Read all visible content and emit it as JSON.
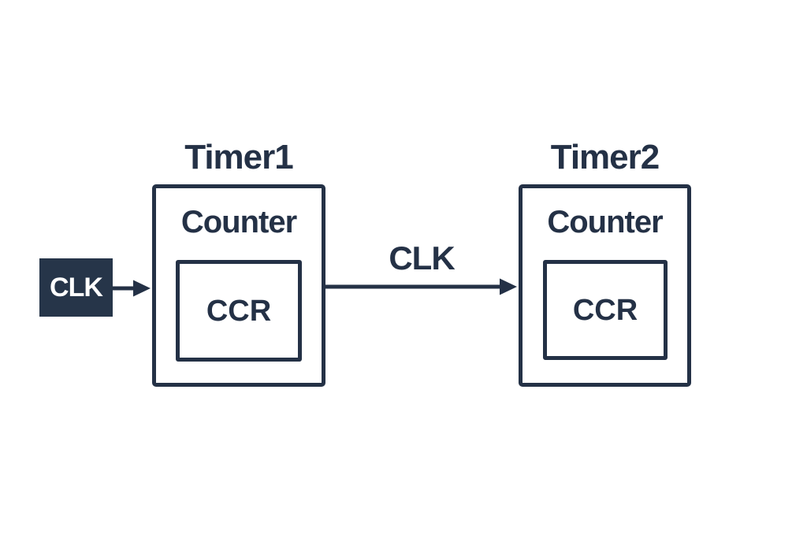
{
  "diagram": {
    "type": "block-diagram",
    "description_visible_text_only": "Two timer blocks cascaded by a clock signal",
    "clk_source": {
      "label": "CLK"
    },
    "clock_signal": {
      "label": "CLK"
    },
    "timer1": {
      "title": "Timer1",
      "counter_label": "Counter",
      "ccr_label": "CCR"
    },
    "timer2": {
      "title": "Timer2",
      "counter_label": "Counter",
      "ccr_label": "CCR"
    },
    "colors": {
      "ink": "#243146",
      "clk_box_fill": "#263549",
      "background": "#ffffff",
      "text_on_dark": "#ffffff"
    }
  }
}
